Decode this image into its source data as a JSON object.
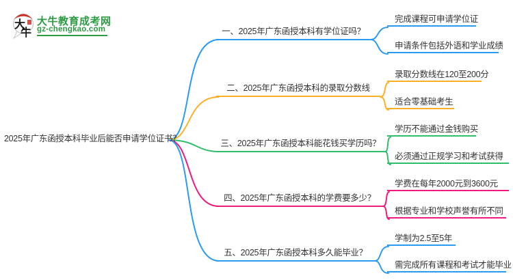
{
  "logo": {
    "site_name": "大牛教育成考网",
    "site_domain": "gz-chengkao.com",
    "icon_char_top": "大",
    "icon_char_bottom": "牛",
    "brand_green": "#2E9B44",
    "seal_red": "#C9342B"
  },
  "root": {
    "title": "2025年广东函授本科毕业后能否申请学位证书？"
  },
  "text_color": "#333333",
  "branches": [
    {
      "label": "一、2025年广东函授本科有学位证吗？",
      "color": "#2B9AF3",
      "children": [
        "完成课程可申请学位证",
        "申请条件包括外语和学业成绩"
      ]
    },
    {
      "label": "二、2025年广东函授本科的录取分数线",
      "color": "#FFAE27",
      "children": [
        "录取分数线在120至200分",
        "适合零基础考生"
      ]
    },
    {
      "label": "三、2025年广东函授本科能花钱买学历吗？",
      "color": "#2EBE6A",
      "children": [
        "学历不能通过金钱购买",
        "必须通过正规学习和考试获得"
      ]
    },
    {
      "label": "四、2025年广东函授本科的学费要多少？",
      "color": "#F2197E",
      "children": [
        "学费在每年2000元到3600元",
        "根据专业和学校声誉有所不同"
      ]
    },
    {
      "label": "五、2025年广东函授本科多久能毕业？",
      "color": "#2B9AF3",
      "children": [
        "学制为2.5至5年",
        "需完成所有课程和考试才能毕业"
      ]
    }
  ]
}
